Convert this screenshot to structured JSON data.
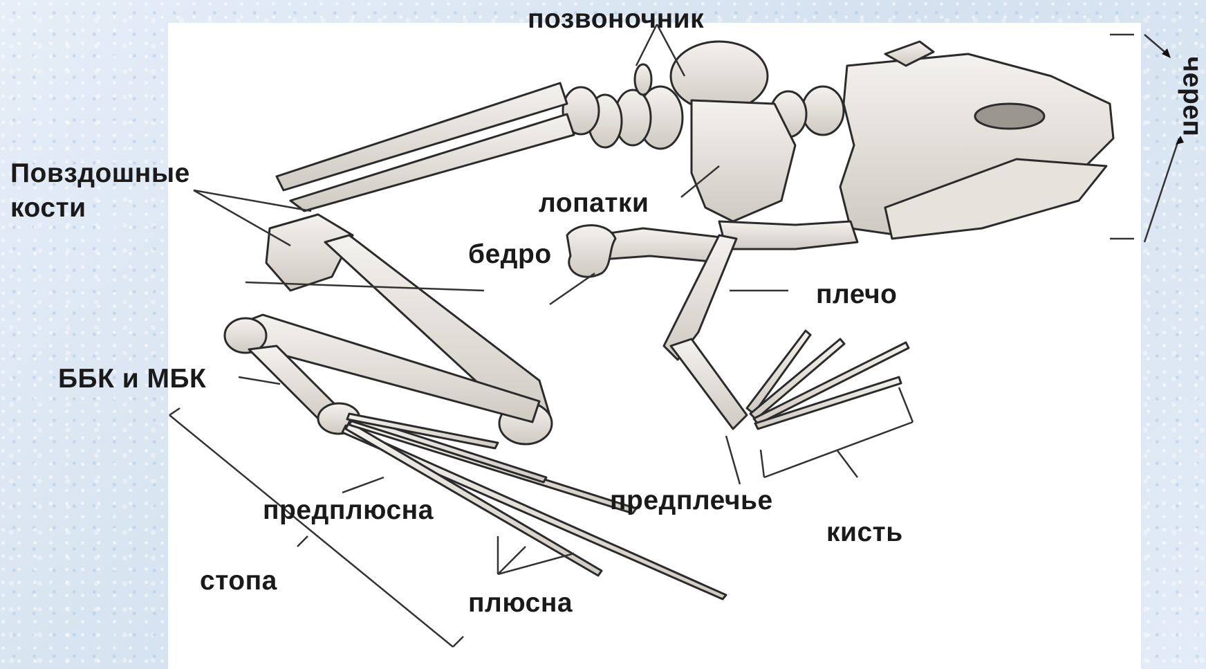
{
  "labels": {
    "spine": "позвоночник",
    "skull": "череп",
    "ilium": "Повздошные\nкости",
    "scapula": "лопатки",
    "femur": "бедро",
    "shoulder": "плечо",
    "tibia": "ББК и МБК",
    "tarsus": "предплюсна",
    "forearm": "предплечье",
    "hand": "кисть",
    "foot": "стопа",
    "metatarsus": "плюсна"
  }
}
